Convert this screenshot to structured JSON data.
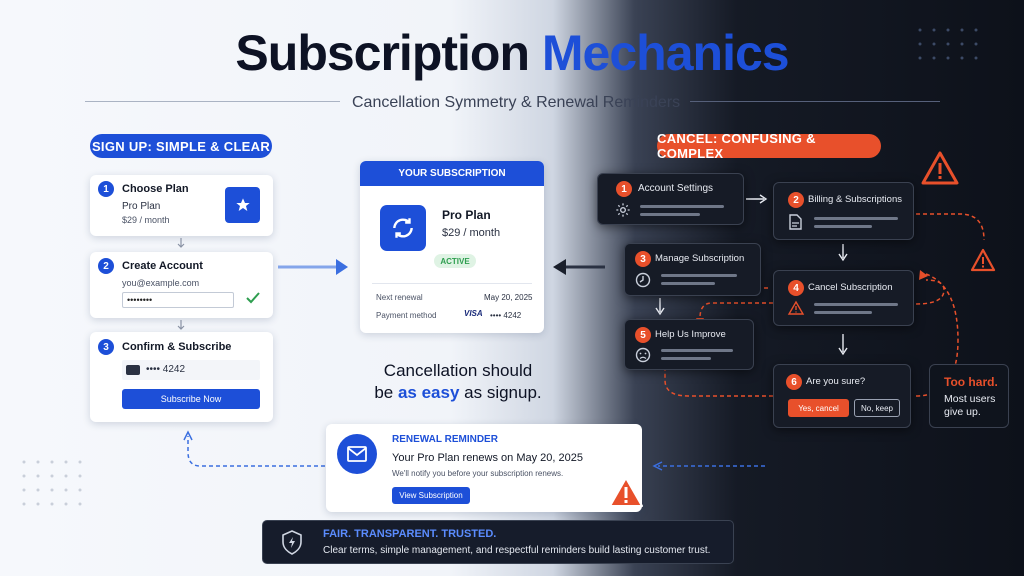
{
  "header": {
    "title_part1": "Subscription",
    "title_part2": "Mechanics",
    "subtitle": "Cancellation Symmetry & Renewal Reminders"
  },
  "signup": {
    "label": "SIGN UP: SIMPLE & CLEAR",
    "steps": [
      {
        "num": "1",
        "title": "Choose Plan",
        "line1": "Pro Plan",
        "line2": "$29 / month"
      },
      {
        "num": "2",
        "title": "Create Account",
        "email": "you@example.com",
        "password": "••••••••"
      },
      {
        "num": "3",
        "title": "Confirm & Subscribe",
        "card": "•••• 4242",
        "button": "Subscribe Now"
      }
    ]
  },
  "subscription_card": {
    "header": "YOUR SUBSCRIPTION",
    "plan": "Pro Plan",
    "price": "$29 / month",
    "status": "ACTIVE",
    "renewal_label": "Next renewal",
    "renewal_value": "May 20, 2025",
    "payment_label": "Payment method",
    "payment_brand": "VISA",
    "payment_value": "•••• 4242"
  },
  "message": {
    "line1": "Cancellation should",
    "line2_pre": "be ",
    "line2_accent": "as easy",
    "line2_post": " as signup."
  },
  "cancel": {
    "label": "CANCEL: CONFUSING & COMPLEX",
    "steps": [
      {
        "num": "1",
        "title": "Account Settings"
      },
      {
        "num": "2",
        "title": "Billing & Subscriptions"
      },
      {
        "num": "3",
        "title": "Manage Subscription"
      },
      {
        "num": "4",
        "title": "Cancel Subscription"
      },
      {
        "num": "5",
        "title": "Help Us Improve"
      },
      {
        "num": "6",
        "title": "Are you sure?",
        "yes": "Yes, cancel",
        "no": "No, keep"
      }
    ],
    "too_hard_title": "Too hard.",
    "too_hard_text": "Most users give up."
  },
  "reminder": {
    "label": "RENEWAL REMINDER",
    "headline": "Your Pro Plan renews on May 20, 2025",
    "body": "We'll notify you before your subscription renews.",
    "button": "View Subscription"
  },
  "footer": {
    "title": "FAIR. TRANSPARENT. TRUSTED.",
    "text": "Clear terms, simple management, and respectful reminders build lasting customer trust."
  },
  "colors": {
    "accent_blue": "#1d4fd8",
    "accent_orange": "#e8502b",
    "success_green": "#2e9e4f"
  }
}
